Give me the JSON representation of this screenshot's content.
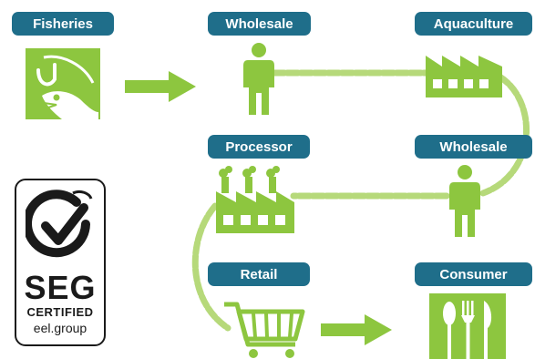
{
  "colors": {
    "label_bg": "#1f6e8a",
    "green": "#8dc63f",
    "chain": "#b6d97a",
    "dark": "#1a1a1a"
  },
  "stages": {
    "fisheries": "Fisheries",
    "wholesale_top": "Wholesale",
    "aquaculture": "Aquaculture",
    "processor": "Processor",
    "wholesale_mid": "Wholesale",
    "retail": "Retail",
    "consumer": "Consumer"
  },
  "icons": {
    "fisheries": "fish-hook-icon",
    "wholesale_top": "person-icon",
    "aquaculture": "factory-icon",
    "processor": "factory-icon",
    "wholesale_mid": "person-icon",
    "retail": "shopping-cart-icon",
    "consumer": "cutlery-icon"
  },
  "certification": {
    "mark": "SEG",
    "subtitle": "CERTIFIED",
    "website": "eel.group"
  }
}
